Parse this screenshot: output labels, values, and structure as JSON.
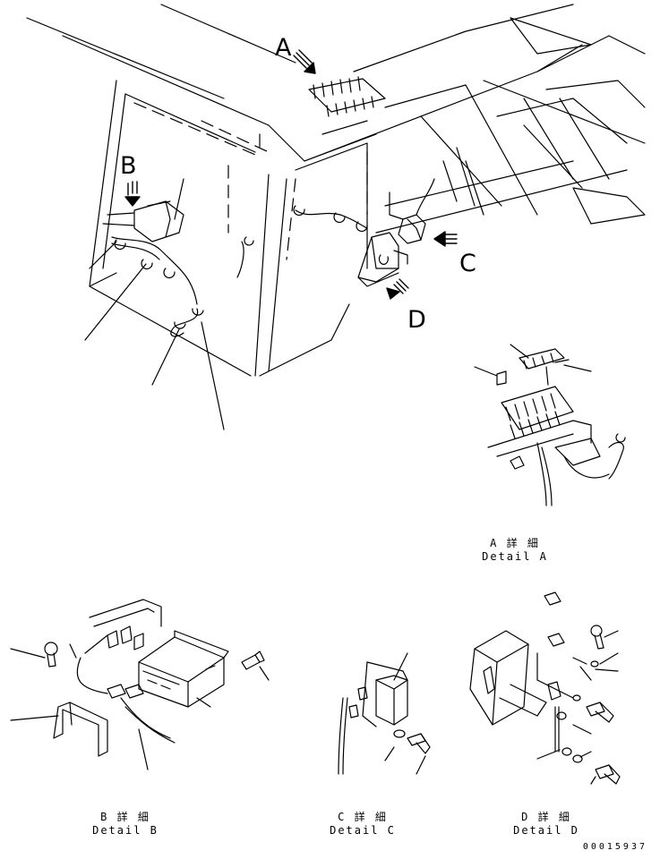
{
  "callouts": {
    "a": "A",
    "b": "B",
    "c": "C",
    "d": "D"
  },
  "details": [
    {
      "jp": "A 詳 細",
      "en": "Detail A"
    },
    {
      "jp": "B 詳 細",
      "en": "Detail B"
    },
    {
      "jp": "C 詳 細",
      "en": "Detail C"
    },
    {
      "jp": "D 詳 細",
      "en": "Detail D"
    }
  ],
  "part_number": "00015937",
  "colors": {
    "ink": "#000000",
    "paper": "#ffffff"
  }
}
